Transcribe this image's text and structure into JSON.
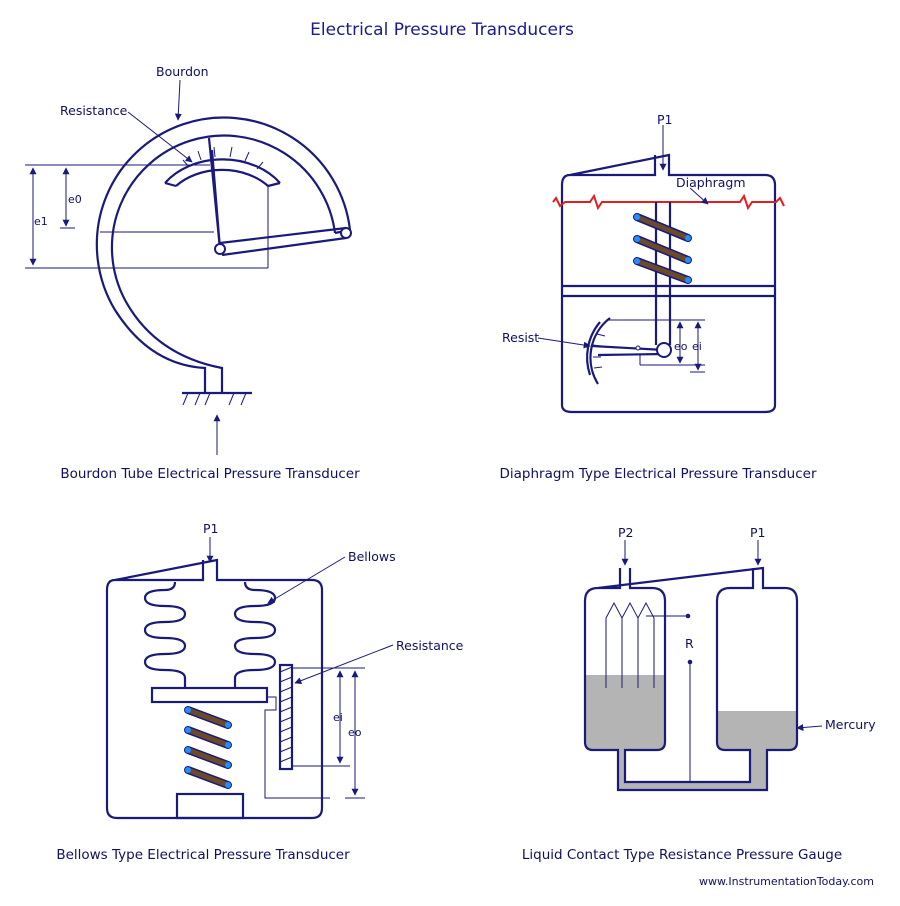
{
  "title": "Electrical Pressure Transducers",
  "bourdon": {
    "caption": "Bourdon Tube Electrical Pressure Transducer",
    "label_bourdon": "Bourdon",
    "label_resistance": "Resistance",
    "label_e1": "e1",
    "label_e0": "e0"
  },
  "diaphragm": {
    "caption": "Diaphragm Type Electrical Pressure Transducer",
    "label_p1": "P1",
    "label_diaphragm": "Diaphragm",
    "label_resist": "Resist",
    "label_eo": "eo",
    "label_ei": "ei"
  },
  "bellows": {
    "caption": "Bellows Type Electrical Pressure Transducer",
    "label_p1": "P1",
    "label_bellows": "Bellows",
    "label_resistance": "Resistance",
    "label_ei": "ei",
    "label_eo": "eo"
  },
  "liquid": {
    "caption": "Liquid Contact Type Resistance Pressure Gauge",
    "label_p2": "P2",
    "label_p1": "P1",
    "label_r": "R",
    "label_mercury": "Mercury"
  },
  "website": "www.InstrumentationToday.com",
  "colors": {
    "line": "#1a1a7a",
    "diaphragm": "#e02020",
    "spring": "#6b4a2a",
    "spring_end": "#1e90ff",
    "mercury": "#b4b4b4"
  }
}
